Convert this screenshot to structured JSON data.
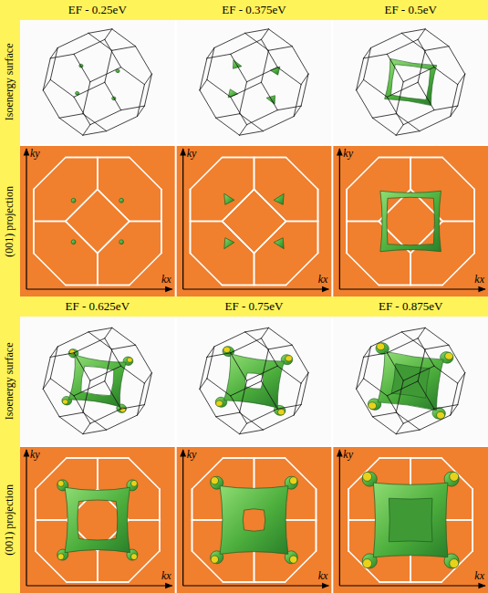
{
  "diagram": {
    "labels": [
      "EF - 0.25eV",
      "EF - 0.375eV",
      "EF - 0.5eV",
      "Isoenergy surface",
      "(001) projection",
      "ky",
      "kx",
      "ky",
      "kx",
      "ky",
      "kx",
      "EF - 0.625eV",
      "EF - 0.75eV",
      "EF - 0.875eV",
      "Isoenergy surface",
      "(001) projection",
      "ky",
      "kx",
      "ky",
      "kx",
      "ky",
      "kx"
    ]
  }
}
